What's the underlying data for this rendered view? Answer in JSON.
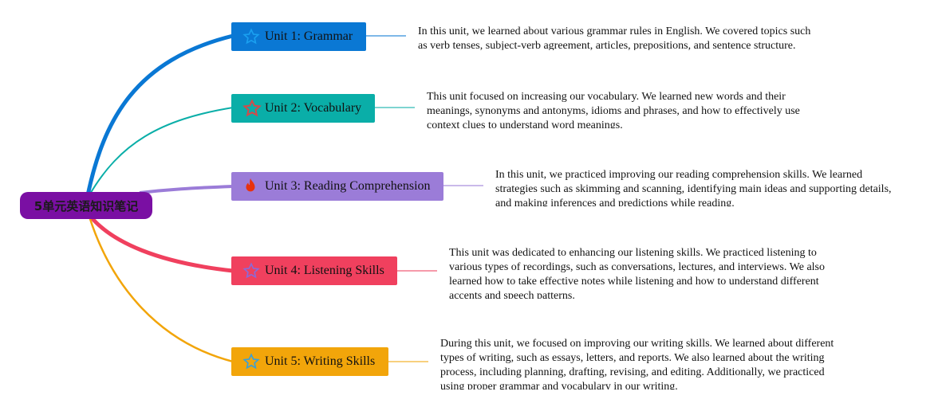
{
  "root": {
    "label": "5单元英语知识笔记",
    "color": "#7a0fa3"
  },
  "branches": [
    {
      "label": "Unit 1: Grammar",
      "color": "#0a78d4",
      "icon": "star-icon",
      "icon_color": "#1aa0f0",
      "note": "In this unit, we learned about various grammar rules in English. We covered topics such as verb tenses, subject-verb agreement, articles, prepositions, and sentence structure."
    },
    {
      "label": "Unit 2: Vocabulary",
      "color": "#0aaea8",
      "icon": "star-icon",
      "icon_color": "#d44a4a",
      "note": "This unit focused on increasing our vocabulary. We learned new words and their meanings, synonyms and antonyms, idioms and phrases, and how to effectively use context clues to understand word meanings."
    },
    {
      "label": "Unit 3: Reading Comprehension",
      "color": "#9b7cd8",
      "icon": "fire-icon",
      "icon_color": "#e8320e",
      "note": "In this unit, we practiced improving our reading comprehension skills. We learned strategies such as skimming and scanning, identifying main ideas and supporting details, and making inferences and predictions while reading."
    },
    {
      "label": "Unit 4: Listening Skills",
      "color": "#f0405e",
      "icon": "star-icon",
      "icon_color": "#8a6ad8",
      "note": "This unit was dedicated to enhancing our listening skills. We practiced listening to various types of recordings, such as conversations, lectures, and interviews. We also learned how to take effective notes while listening and how to understand different accents and speech patterns."
    },
    {
      "label": "Unit 5: Writing Skills",
      "color": "#f2a50a",
      "icon": "star-icon",
      "icon_color": "#3aa0d8",
      "note": "During this unit, we focused on improving our writing skills. We learned about different types of writing, such as essays, letters, and reports. We also learned about the writing process, including planning, drafting, revising, and editing. Additionally, we practiced using proper grammar and vocabulary in our writing."
    }
  ]
}
